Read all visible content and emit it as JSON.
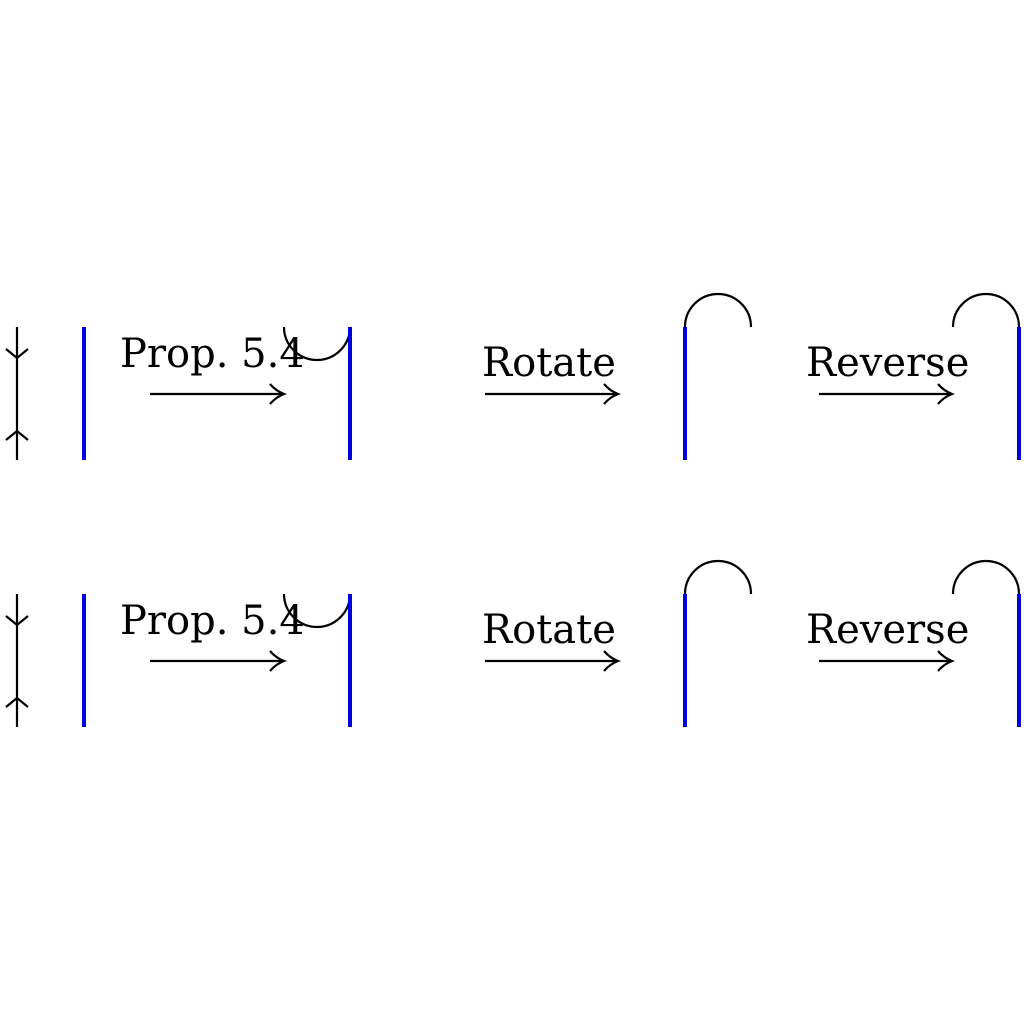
{
  "labels": {
    "prop": "Prop. 5.4",
    "rotate": "Rotate",
    "reverse": "Reverse"
  },
  "colors": {
    "strand": "#000000",
    "boundary": "#0000dd"
  },
  "rows": [
    {
      "id": "top"
    },
    {
      "id": "bottom"
    }
  ]
}
